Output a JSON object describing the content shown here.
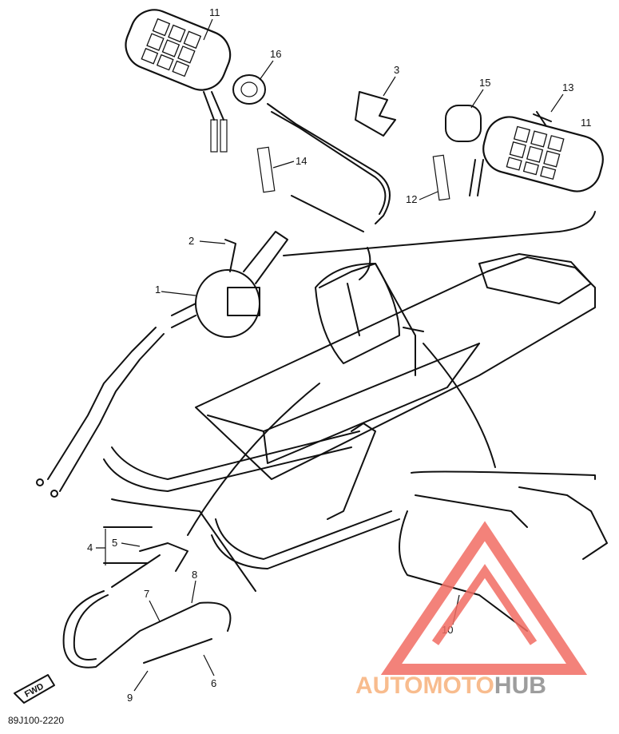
{
  "callouts": [
    "11",
    "16",
    "3",
    "15",
    "13",
    "11",
    "14",
    "12",
    "2",
    "1",
    "4",
    "5",
    "8",
    "7",
    "10",
    "9",
    "6"
  ],
  "fwd_label": "FWD",
  "diagram_code": "89J100-2220",
  "watermark": {
    "brand_left": "AUTO",
    "brand_mid": "MOTO",
    "brand_right": "HUB",
    "color_red": "#f26d63",
    "color_orange": "#f7b17b",
    "color_gray": "#8c8c8c"
  }
}
